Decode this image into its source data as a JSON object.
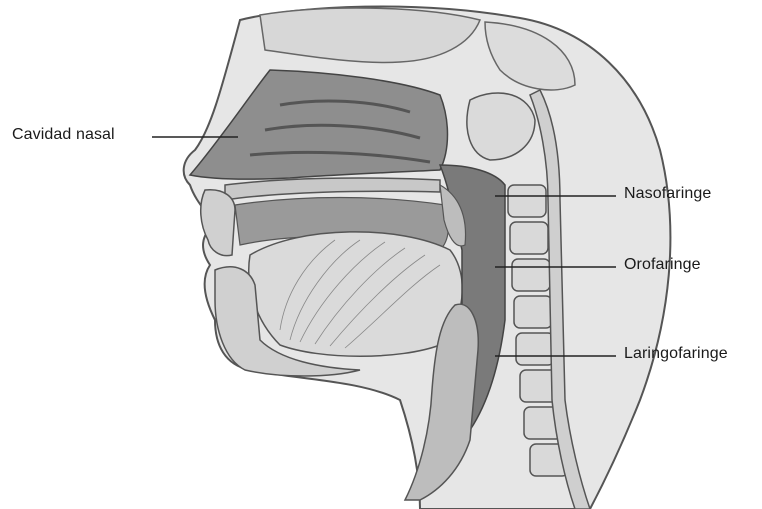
{
  "labels": {
    "nasal_cavity": "Cavidad nasal",
    "nasopharynx": "Nasofaringe",
    "oropharynx": "Orofaringe",
    "laryngopharynx": "Laringofaringe"
  },
  "colors": {
    "outline": "#4a4a4a",
    "tissue": "#cfcfcf",
    "cavity": "#8e8e8e",
    "pharynx": "#7a7a7a",
    "bone": "#d9d9d9",
    "leader": "#222222"
  }
}
